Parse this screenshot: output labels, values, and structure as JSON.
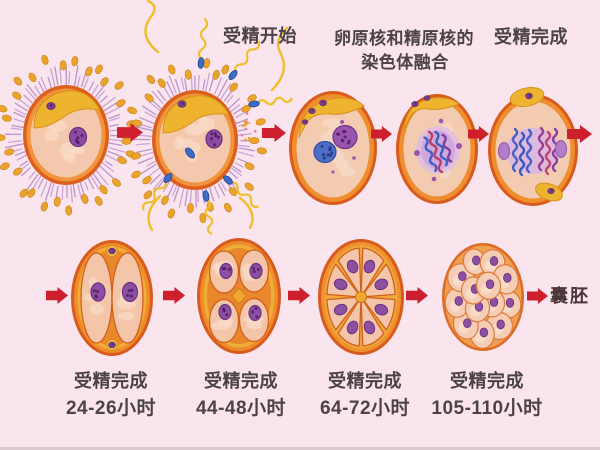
{
  "colors": {
    "background": "#fae5ee",
    "arrow_red": "#ce1f2f",
    "text_dark": "#4c4347",
    "cell_rim_orange": "#d85a1c",
    "cell_band_orange": "#ee8e2e",
    "cell_fill_peach": "#f3c8ac",
    "yolk_yellow": "#efb42f",
    "nucleus_purple": "#8c4da0",
    "sperm_blue": "#3a6cc8",
    "corona_lavender": "#c9a0d6",
    "tail_yellow": "#f0be2a"
  },
  "top_row": {
    "sperm_entry_label": "受精开始",
    "fusion_label_line1": "卵原核和精原核的",
    "fusion_label_line2": "染色体融合",
    "complete_label": "受精完成"
  },
  "bottom_row": {
    "stages": [
      {
        "status": "受精完成",
        "time": "24-26小时"
      },
      {
        "status": "受精完成",
        "time": "44-48小时"
      },
      {
        "status": "受精完成",
        "time": "64-72小时"
      },
      {
        "status": "受精完成",
        "time": "105-110小时"
      }
    ],
    "blastocyst_label": "囊胚"
  }
}
